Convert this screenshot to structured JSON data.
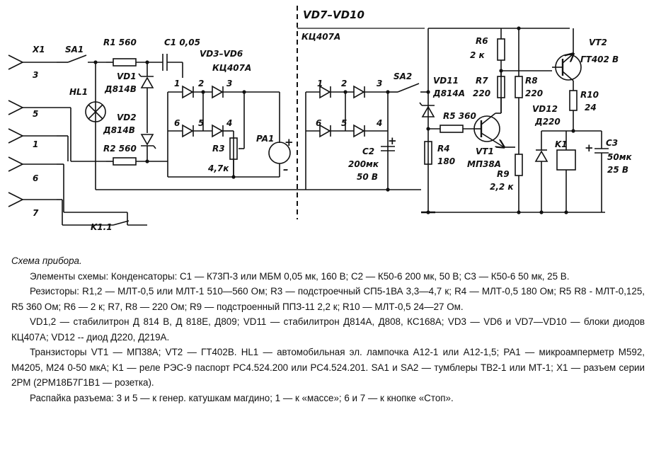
{
  "schematic": {
    "connector": {
      "name": "X1",
      "pins": [
        "3",
        "5",
        "1",
        "6",
        "7"
      ]
    },
    "labels": {
      "SA1": "SA1",
      "R1": "R1 560",
      "C1": "C1 0,05",
      "VD3_VD6": "VD3–VD6",
      "VD3_VD6_type": "КЦ407А",
      "HL1": "HL1",
      "VD1": "VD1",
      "VD1_type": "Д814В",
      "VD2": "VD2",
      "VD2_type": "Д814В",
      "R2": "R2 560",
      "PA1": "PA1",
      "R3": "R3",
      "R3_value": "4,7к",
      "K1_1": "K1.1",
      "VD7_VD10": "VD7–VD10",
      "VD7_VD10_type": "КЦ407А",
      "C2": "C2",
      "C2_value1": "200мк",
      "C2_value2": "50 В",
      "SA2": "SA2",
      "VD11": "VD11",
      "VD11_type": "Д814А",
      "R5": "R5 360",
      "R4": "R4",
      "R4_value": "180",
      "R6": "R6",
      "R6_value": "2 к",
      "R7": "R7",
      "R7_value": "220",
      "R8": "R8",
      "R8_value": "220",
      "VT1": "VT1",
      "VT1_type": "МП38А",
      "R9": "R9",
      "R9_value": "2,2 к",
      "VT2": "VT2",
      "VT2_type": "ГТ402 В",
      "R10": "R10",
      "R10_value": "24",
      "VD12": "VD12",
      "VD12_type": "Д220",
      "K1": "K1",
      "C3": "C3",
      "C3_value1": "50мк",
      "C3_value2": "25 В",
      "bridge_pins": [
        "1",
        "2",
        "3",
        "6",
        "5",
        "4"
      ],
      "plus": "+",
      "minus": "–"
    }
  },
  "caption": {
    "title": "Схема прибора.",
    "paragraphs": [
      "Элементы схемы: Конденсаторы: C1 — К73П-3 или МБМ 0,05 мк, 160 В; C2 — К50-6 200 мк, 50 В; C3 — К50-6 50 мк, 25 В.",
      "Резисторы: R1,2 — МЛТ-0,5 или МЛТ-1 510—560 Ом; R3 — подстроечный СП5-1ВА 3,3—4,7 к; R4 — МЛТ-0,5 180 Ом; R5  R8 - МЛТ-0,125, R5  360 Ом; R6 — 2 к; R7, R8 — 220 Ом; R9 — подстроенный ППЗ-11 2,2 к; R10 — МЛТ-0,5 24—27 Ом.",
      "VD1,2 — стабилитрон Д 814 В, Д 818Е, Д809; VD11 — стабилитрон Д814А, Д808, КС168А; VD3 — VD6 и VD7—VD10 — блоки диодов КЦ407А; VD12 -- диод Д220, Д219А.",
      "Транзисторы VT1 — МП38А; VT2 — ГТ402В. HL1 — автомобильная эл. лампочка А12-1 или А12-1,5; PA1 — микроамперметр М592, М4205, М24 0-50 мкА; K1 — реле РЭС-9 паспорт РС4.524.200 или РС4.524.201. SA1 и SA2 — тумблеры ТВ2-1 или МТ-1; X1 — разъем серии 2РМ (2РМ18Б7Г1В1 — розетка).",
      "Распайка разъема: 3 и 5 — к генер. катушкам магдино; 1 — к «массе»; 6 и 7 — к кнопке «Стоп»."
    ]
  }
}
